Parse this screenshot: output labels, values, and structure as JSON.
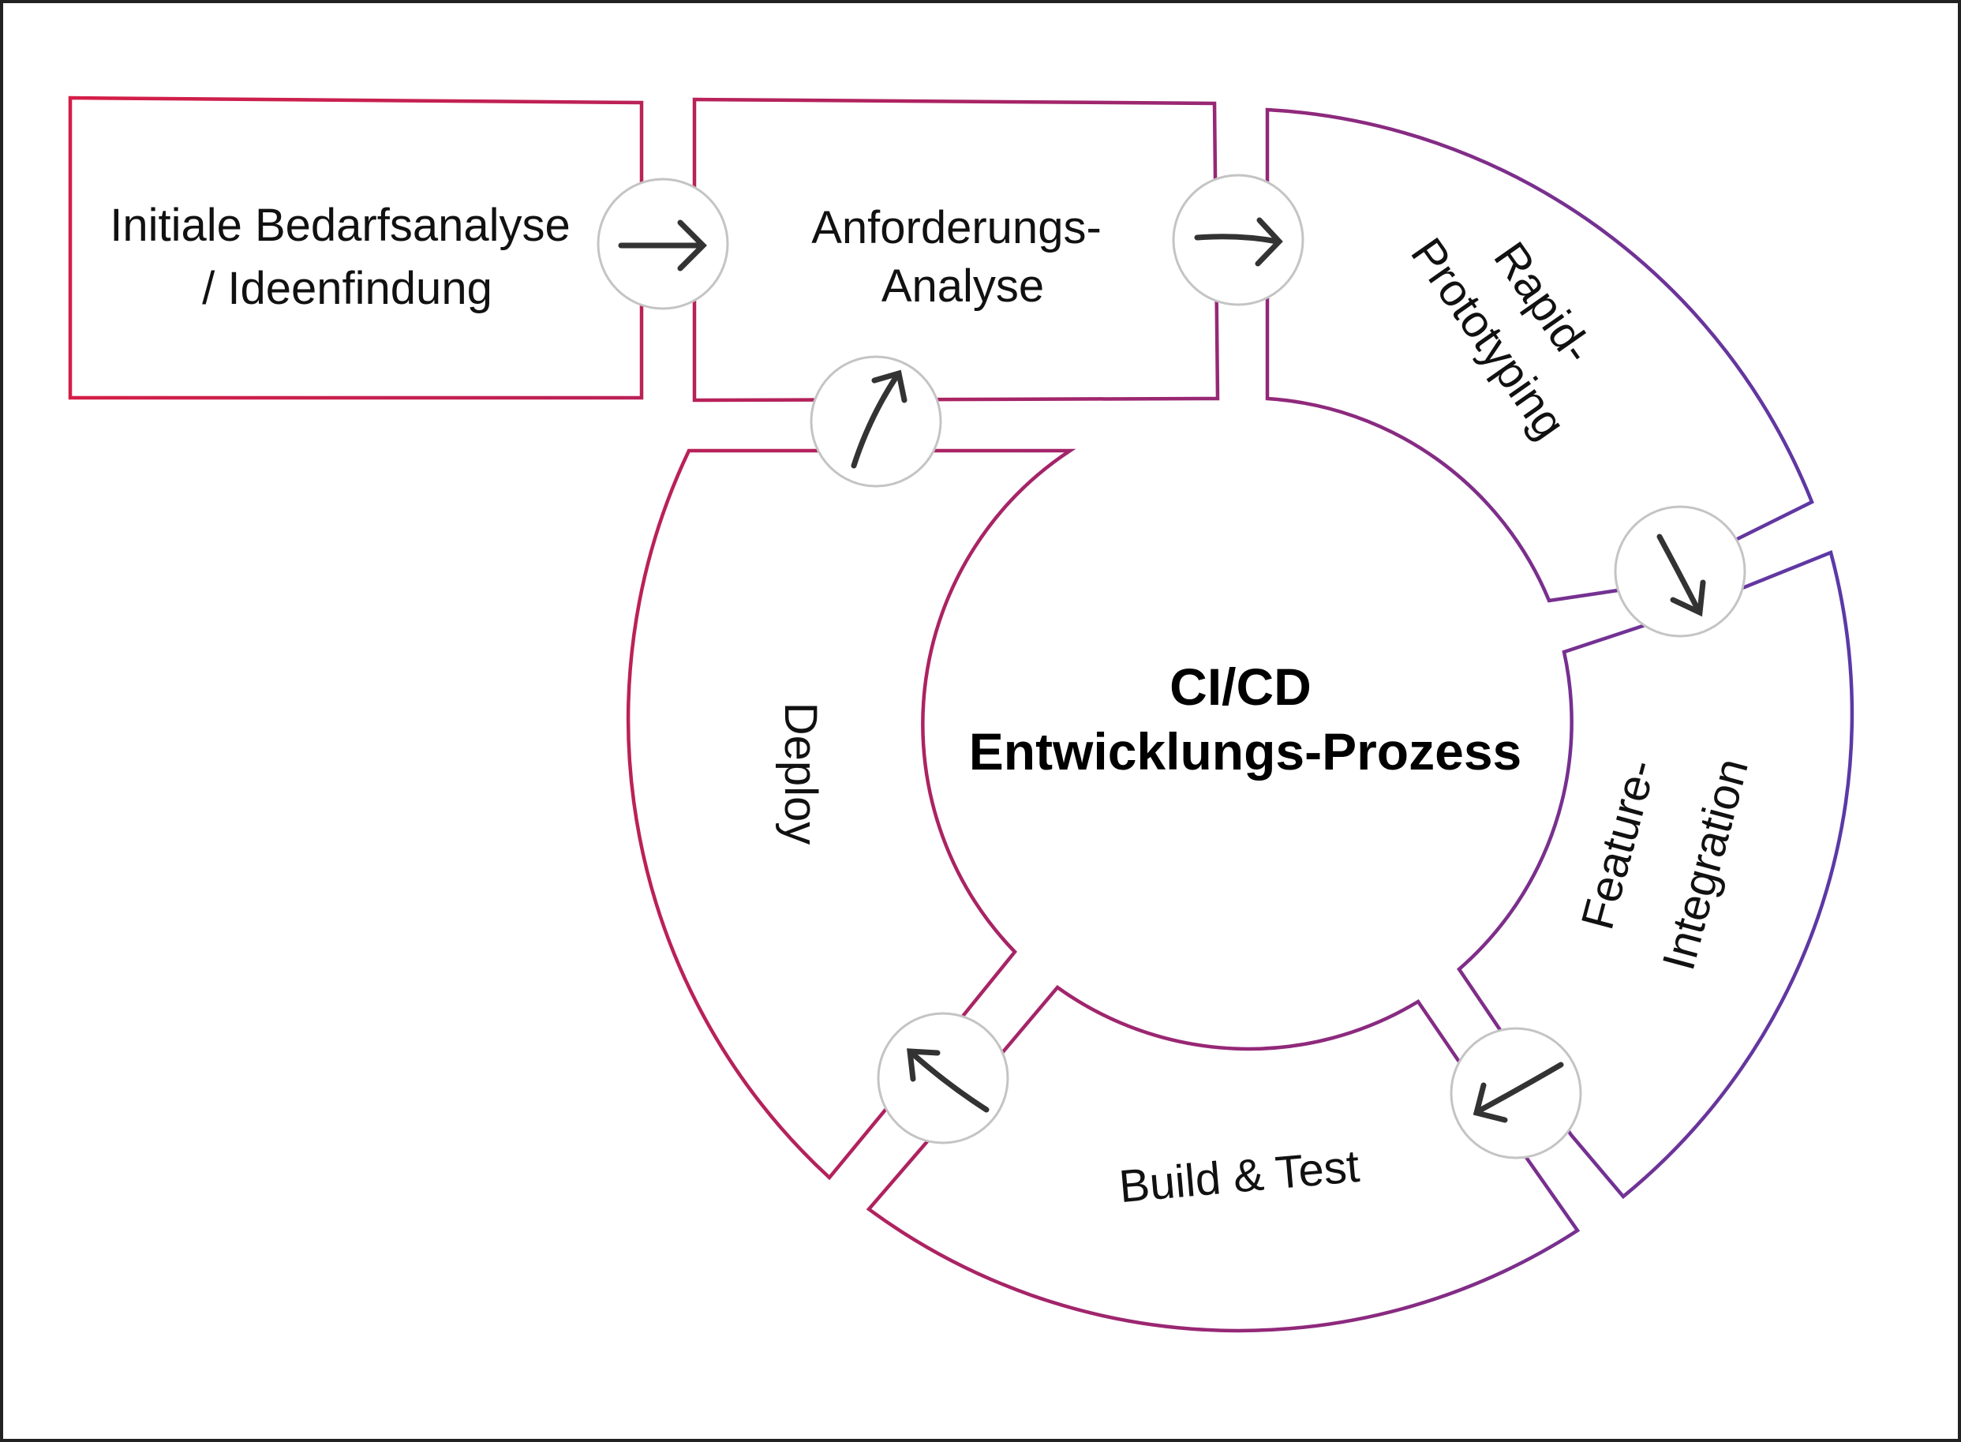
{
  "diagram": {
    "title_line1": "CI/CD",
    "title_line2": "Entwicklungs-Prozess",
    "boxes": [
      {
        "id": "bedarfsanalyse",
        "line1": "Initiale Bedarfsanalyse",
        "line2": "/ Ideenfindung"
      },
      {
        "id": "anforderungsanalyse",
        "line1": "Anforderungs-",
        "line2": "Analyse"
      }
    ],
    "cycle_segments": [
      {
        "id": "rapid-prototyping",
        "line1": "Rapid-",
        "line2": "Prototyping"
      },
      {
        "id": "feature-integration",
        "line1": "Feature-",
        "line2": "Integration"
      },
      {
        "id": "build-test",
        "line1": "Build & Test"
      },
      {
        "id": "deploy",
        "line1": "Deploy"
      }
    ],
    "connectors": [
      {
        "from": "Initiale Bedarfsanalyse / Ideenfindung",
        "to": "Anforderungs-Analyse",
        "icon": "arrow-right-icon"
      },
      {
        "from": "Anforderungs-Analyse",
        "to": "Rapid-Prototyping",
        "icon": "arrow-right-icon"
      },
      {
        "from": "Rapid-Prototyping",
        "to": "Feature-Integration",
        "icon": "arrow-down-right-icon"
      },
      {
        "from": "Feature-Integration",
        "to": "Build & Test",
        "icon": "arrow-down-left-icon"
      },
      {
        "from": "Build & Test",
        "to": "Deploy",
        "icon": "arrow-up-left-icon"
      },
      {
        "from": "Deploy",
        "to": "Anforderungs-Analyse",
        "icon": "arrow-up-right-icon"
      }
    ],
    "colors": {
      "gradient_start": "#d81e45",
      "gradient_mid": "#a0246e",
      "gradient_end": "#5a3aa8",
      "connector_stroke": "#c4c4c4",
      "arrow": "#333333"
    }
  }
}
